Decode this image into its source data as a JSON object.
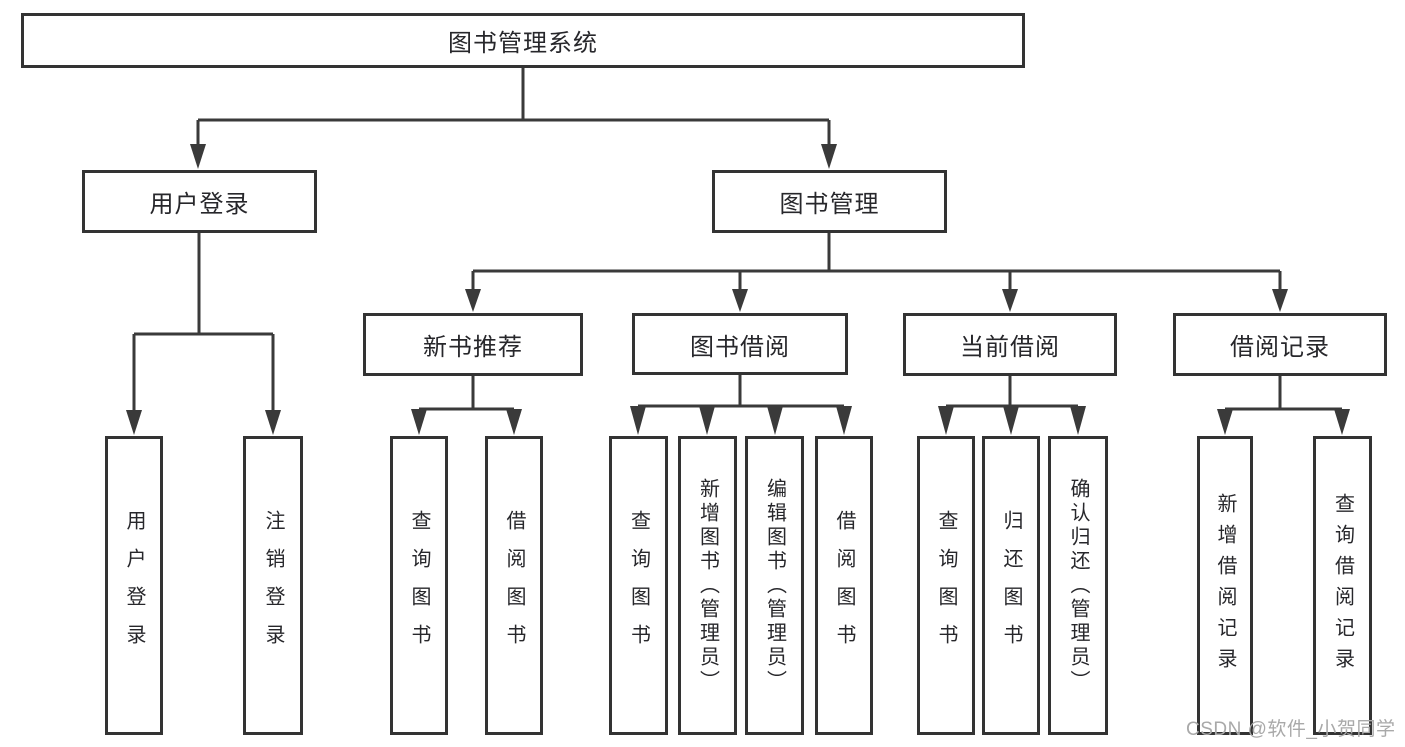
{
  "tree": {
    "root": {
      "label": "图书管理系统"
    },
    "branches": [
      {
        "label": "用户登录",
        "children": [
          {
            "label": "用户登录"
          },
          {
            "label": "注销登录"
          }
        ]
      },
      {
        "label": "图书管理",
        "children": [
          {
            "label": "新书推荐",
            "children": [
              {
                "label": "查询图书"
              },
              {
                "label": "借阅图书"
              }
            ]
          },
          {
            "label": "图书借阅",
            "children": [
              {
                "label": "查询图书"
              },
              {
                "label": "新增图书（管理员）"
              },
              {
                "label": "编辑图书（管理员）"
              },
              {
                "label": "借阅图书"
              }
            ]
          },
          {
            "label": "当前借阅",
            "children": [
              {
                "label": "查询图书"
              },
              {
                "label": "归还图书"
              },
              {
                "label": "确认归还（管理员）"
              }
            ]
          },
          {
            "label": "借阅记录",
            "children": [
              {
                "label": "新增借阅记录"
              },
              {
                "label": "查询借阅记录"
              }
            ]
          }
        ]
      }
    ]
  },
  "watermark": "CSDN @软件_小贺同学",
  "colors": {
    "background": "#ffffff",
    "box_fill": "#ffffff",
    "box_border": "#333333",
    "line": "#3a3a3a",
    "text": "#27272b",
    "watermark": "#a9a9a9"
  }
}
